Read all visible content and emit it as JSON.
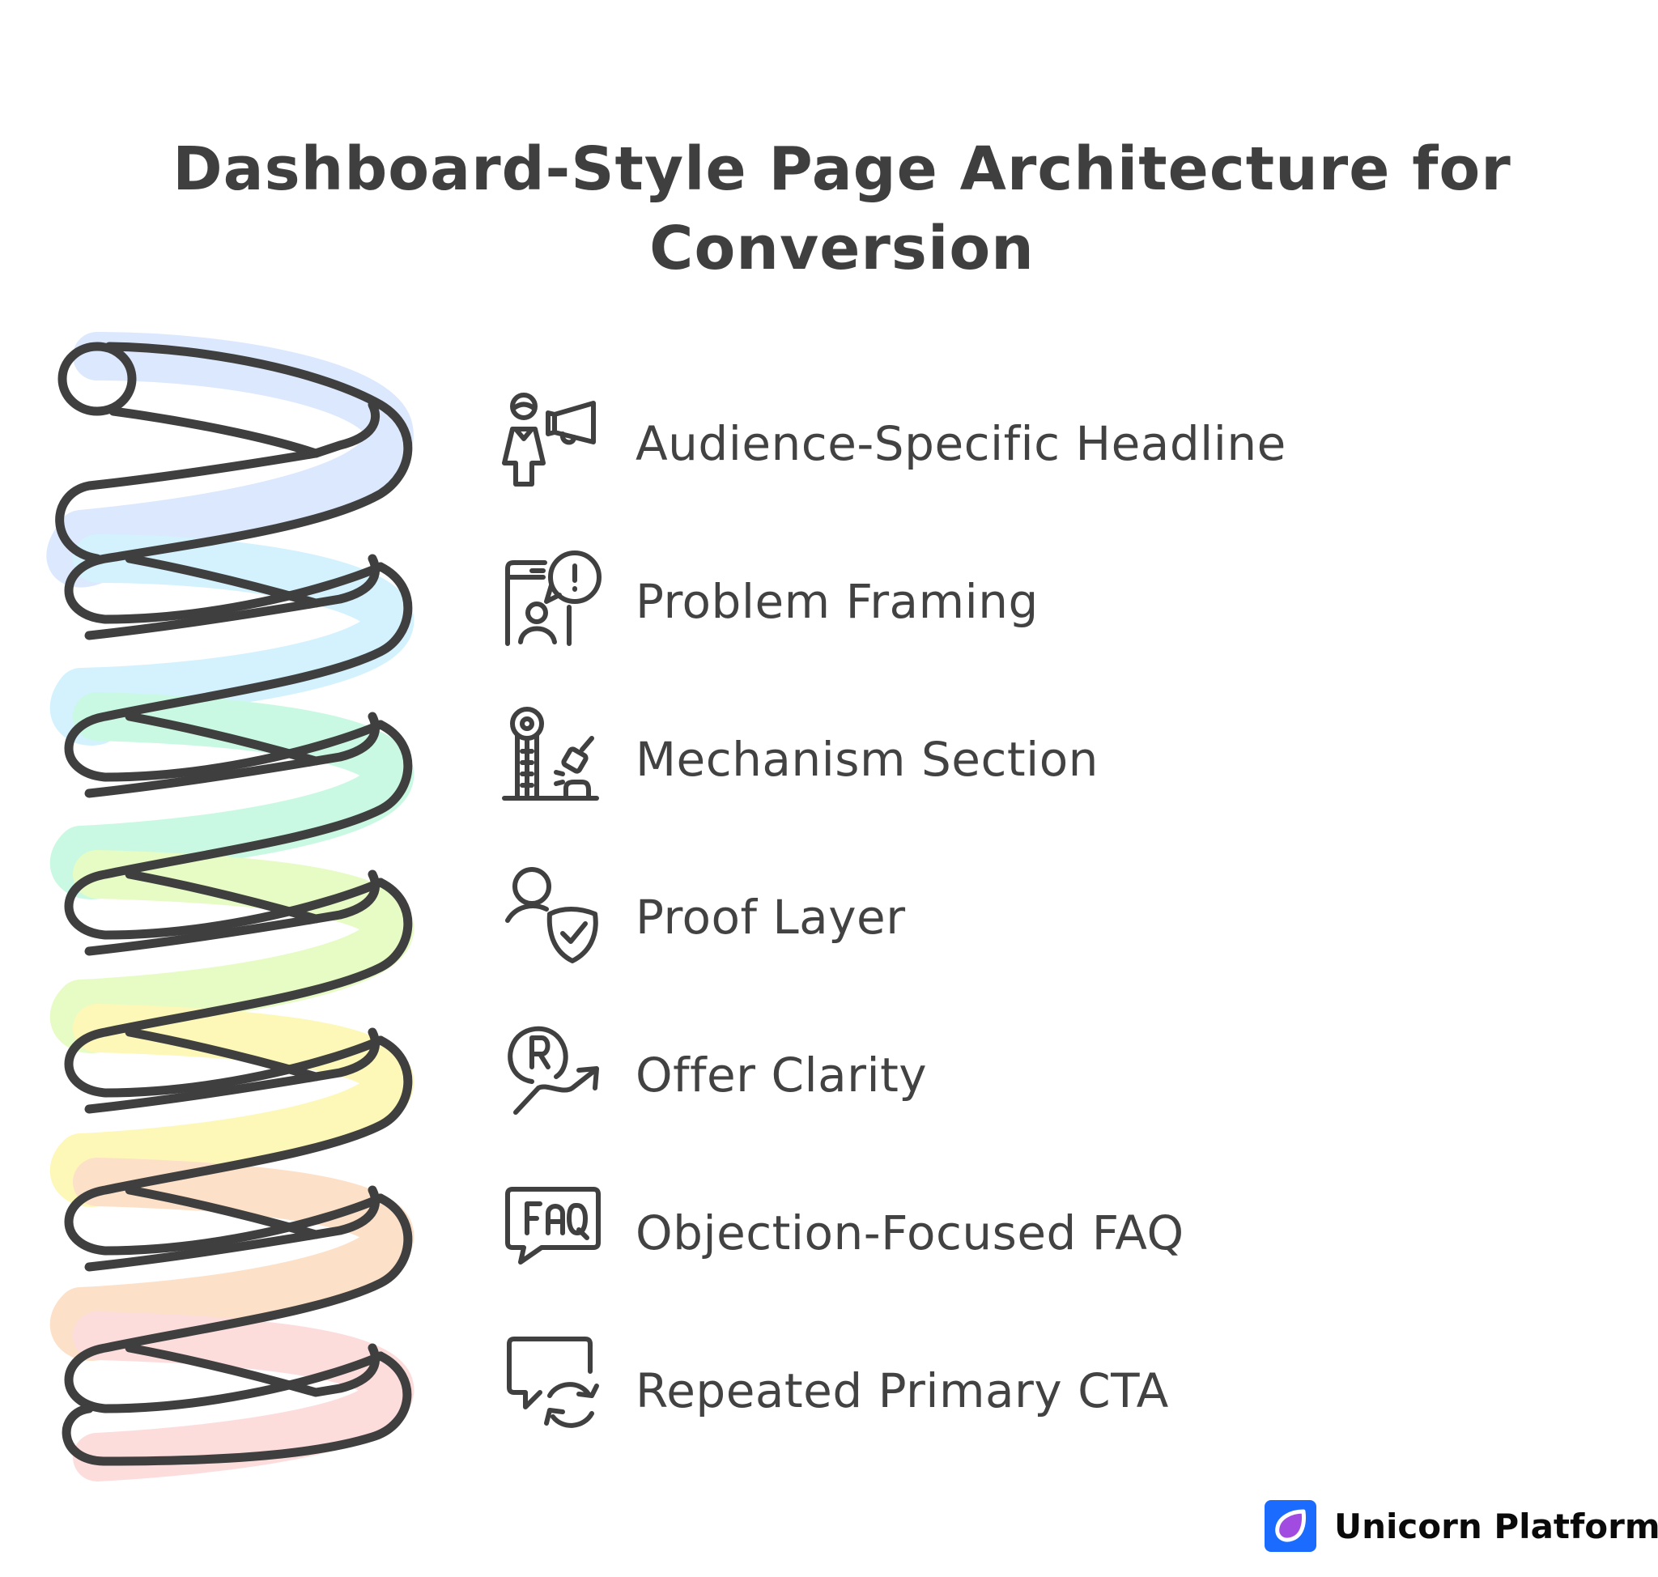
{
  "title": {
    "line1": "Dashboard-Style Page Architecture for",
    "line2": "Conversion"
  },
  "spring": {
    "stroke_color": "#3f3f3f",
    "coil_colors": [
      "#dbe8fd",
      "#d3f2fd",
      "#c9f9e3",
      "#e6fcc4",
      "#fdf8b8",
      "#fde0c8",
      "#fddcdc"
    ]
  },
  "items": [
    {
      "label": "Audience-Specific Headline",
      "icon": "person-megaphone-icon"
    },
    {
      "label": "Problem Framing",
      "icon": "person-alert-bubble-icon"
    },
    {
      "label": "Mechanism Section",
      "icon": "strength-tester-hammer-icon"
    },
    {
      "label": "Proof Layer",
      "icon": "user-shield-check-icon"
    },
    {
      "label": "Offer Clarity",
      "icon": "registered-trend-arrow-icon"
    },
    {
      "label": "Objection-Focused FAQ",
      "icon": "faq-bubble-icon"
    },
    {
      "label": "Repeated Primary CTA",
      "icon": "chat-refresh-icon"
    }
  ],
  "brand": {
    "name": "Unicorn Platform",
    "logo_color": "#1b6bff",
    "drop_color": "#a24be0"
  }
}
